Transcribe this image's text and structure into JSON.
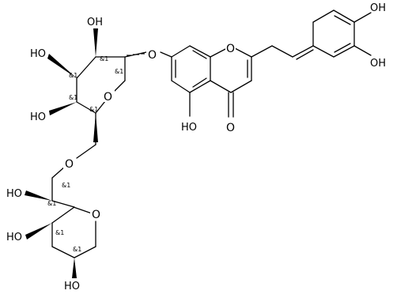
{
  "diagram": {
    "atom_labels": {
      "oh_a": "OH",
      "oh_b": "OH",
      "ho_c": "HO",
      "ho_d": "HO",
      "ho_e": "HO",
      "oh_f": "OH",
      "ho_g": "HO",
      "ho_h": "HO",
      "ho_i": "HO",
      "ring_o_glc": "O",
      "ring_o_chromone": "O",
      "ring_o_xyl": "O",
      "ether_o_7": "O",
      "ether_o_6": "O",
      "carbonyl_o": "O"
    },
    "stereo_label": "&1"
  }
}
